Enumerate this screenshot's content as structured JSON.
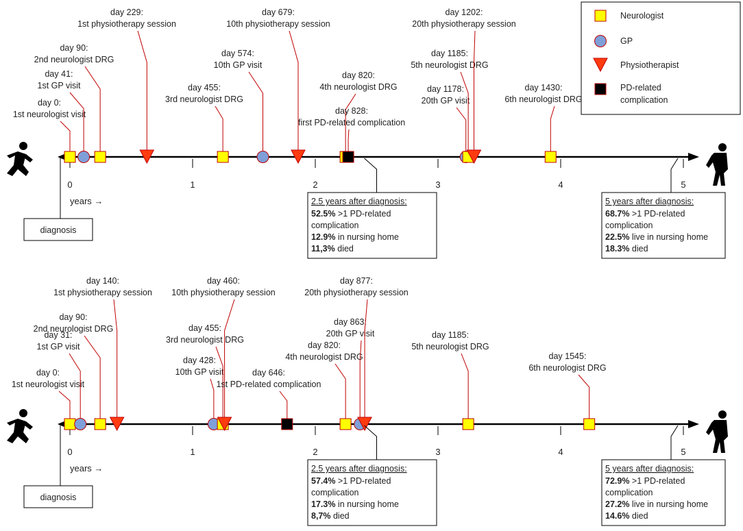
{
  "legend": [
    {
      "shape": "square",
      "color": "#ffff00",
      "label": "Neurologist"
    },
    {
      "shape": "circle",
      "color": "#7f9fd9",
      "label": "GP"
    },
    {
      "shape": "triangle",
      "color": "#ff3b10",
      "label": "Physiotherapist"
    },
    {
      "shape": "black-square",
      "color": "#000000",
      "label": [
        "PD-related",
        "complication"
      ]
    }
  ],
  "colors": {
    "line": "#000000",
    "leader": "#c00000",
    "neurologist": "#ffff00",
    "gp": "#7f9fd9",
    "physio": "#ff3b10",
    "complication": "#000000"
  },
  "axis": {
    "ticks": [
      "0",
      "1",
      "2",
      "3",
      "4",
      "5"
    ],
    "years_label": "years →",
    "diagnosis_label": "diagnosis"
  },
  "icons": {
    "start": "running-person-icon",
    "end": "stooped-person-icon"
  },
  "timelines": [
    {
      "events": [
        {
          "day": 0,
          "type": "neurologist",
          "label": [
            "day 0:",
            "1st neurologist visit"
          ]
        },
        {
          "day": 41,
          "type": "gp",
          "label": [
            "day 41:",
            "1st GP visit"
          ]
        },
        {
          "day": 90,
          "type": "neurologist",
          "label": [
            "day 90:",
            "2nd neurologist DRG"
          ]
        },
        {
          "day": 229,
          "type": "physio",
          "label": [
            "day 229:",
            "1st physiotherapy session"
          ]
        },
        {
          "day": 455,
          "type": "neurologist",
          "label": [
            "day 455:",
            "3rd neurologist DRG"
          ]
        },
        {
          "day": 574,
          "type": "gp",
          "label": [
            "day 574:",
            "10th GP visit"
          ]
        },
        {
          "day": 679,
          "type": "physio",
          "label": [
            "day 679:",
            "10th physiotherapy session"
          ]
        },
        {
          "day": 820,
          "type": "neurologist",
          "label": [
            "day 820:",
            "4th neurologist DRG"
          ]
        },
        {
          "day": 828,
          "type": "complication",
          "label": [
            "day 828:",
            "first PD-related complication"
          ]
        },
        {
          "day": 1178,
          "type": "gp",
          "label": [
            "day 1178:",
            "20th GP visit"
          ]
        },
        {
          "day": 1185,
          "type": "neurologist",
          "label": [
            "day 1185:",
            "5th neurologist DRG"
          ]
        },
        {
          "day": 1202,
          "type": "physio",
          "label": [
            "day 1202:",
            "20th physiotherapy session"
          ]
        },
        {
          "day": 1430,
          "type": "neurologist",
          "label": [
            "day 1430:",
            "6th neurologist DRG"
          ]
        }
      ],
      "summary_25": {
        "title": "2.5 years after diagnosis:",
        "lines": [
          {
            "bold": "52.5%",
            "text": " >1 PD-related"
          },
          {
            "bold": "",
            "text": "complication"
          },
          {
            "bold": "12.9%",
            "text": " in nursing home"
          },
          {
            "bold": "11,3%",
            "text": " died"
          }
        ]
      },
      "summary_5": {
        "title": "5 years after diagnosis:",
        "lines": [
          {
            "bold": "68.7%",
            "text": " >1 PD-related"
          },
          {
            "bold": "",
            "text": "complication"
          },
          {
            "bold": "22.5%",
            "text": " live in nursing home"
          },
          {
            "bold": "18.3%",
            "text": " died"
          }
        ]
      }
    },
    {
      "events": [
        {
          "day": 0,
          "type": "neurologist",
          "label": [
            "day 0:",
            "1st neurologist visit"
          ]
        },
        {
          "day": 31,
          "type": "gp",
          "label": [
            "day 31:",
            "1st GP visit"
          ]
        },
        {
          "day": 90,
          "type": "neurologist",
          "label": [
            "day 90:",
            "2nd neurologist DRG"
          ]
        },
        {
          "day": 140,
          "type": "physio",
          "label": [
            "day 140:",
            "1st physiotherapy session"
          ]
        },
        {
          "day": 428,
          "type": "gp",
          "label": [
            "day 428:",
            "10th GP visit"
          ]
        },
        {
          "day": 455,
          "type": "neurologist",
          "label": [
            "day 455:",
            "3rd neurologist DRG"
          ]
        },
        {
          "day": 460,
          "type": "physio",
          "label": [
            "day 460:",
            "10th physiotherapy session"
          ]
        },
        {
          "day": 646,
          "type": "complication",
          "label": [
            "day 646:",
            "1st PD-related complication"
          ]
        },
        {
          "day": 820,
          "type": "neurologist",
          "label": [
            "day 820:",
            "4th neurologist DRG"
          ]
        },
        {
          "day": 863,
          "type": "gp",
          "label": [
            "day 863:",
            "20th GP visit"
          ]
        },
        {
          "day": 877,
          "type": "physio",
          "label": [
            "day 877:",
            "20th physiotherapy session"
          ]
        },
        {
          "day": 1185,
          "type": "neurologist",
          "label": [
            "day 1185:",
            "5th neurologist DRG"
          ]
        },
        {
          "day": 1545,
          "type": "neurologist",
          "label": [
            "day 1545:",
            "6th neurologist DRG"
          ]
        }
      ],
      "summary_25": {
        "title": "2.5 years after diagnosis:",
        "lines": [
          {
            "bold": "57.4%",
            "text": " >1 PD-related"
          },
          {
            "bold": "",
            "text": "complication"
          },
          {
            "bold": "17.3%",
            "text": " in nursing home"
          },
          {
            "bold": "8,7%",
            "text": " died"
          }
        ]
      },
      "summary_5": {
        "title": "5 years after diagnosis:",
        "lines": [
          {
            "bold": "72.9%",
            "text": " >1 PD-related"
          },
          {
            "bold": "",
            "text": "complication"
          },
          {
            "bold": "27.2%",
            "text": " live in nursing home"
          },
          {
            "bold": "14.6%",
            "text": " died"
          }
        ]
      }
    }
  ]
}
